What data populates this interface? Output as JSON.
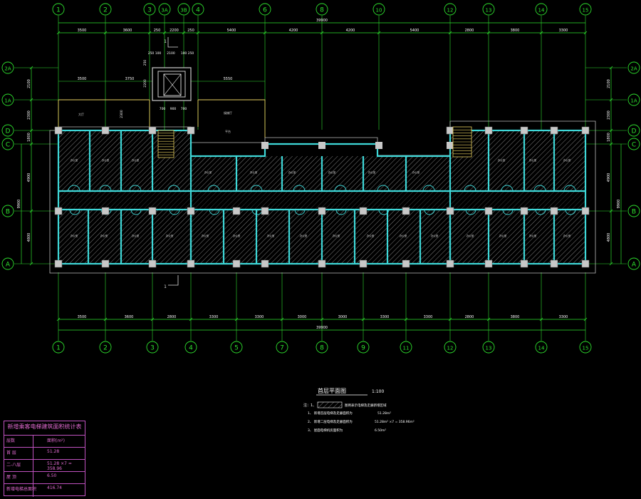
{
  "grid_top": [
    "1",
    "2",
    "3",
    "3A",
    "3B",
    "4",
    "6",
    "8",
    "10",
    "12",
    "13",
    "14",
    "15"
  ],
  "grid_bottom": [
    "1",
    "2",
    "3",
    "4",
    "5",
    "7",
    "8",
    "9",
    "11",
    "12",
    "13",
    "14",
    "15"
  ],
  "grid_rows_left": [
    "2A",
    "1A",
    "D",
    "C",
    "B",
    "A"
  ],
  "grid_rows_right": [
    "2A",
    "1A",
    "D",
    "C",
    "B",
    "A"
  ],
  "dims_top": [
    "3500",
    "3600",
    "250",
    "2200",
    "250",
    "5400",
    "4200",
    "4200",
    "5400",
    "2800",
    "3800",
    "3300"
  ],
  "dims_top_total": "39900",
  "dims_bottom": [
    "3500",
    "3600",
    "2800",
    "3300",
    "3300",
    "3000",
    "3000",
    "3300",
    "3300",
    "2800",
    "3800",
    "3300"
  ],
  "dims_bottom_total": "39900",
  "dims_left": [
    "2100",
    "2300",
    "1800",
    "4900",
    "9900",
    "4800"
  ],
  "dims_right": [
    "2100",
    "2300",
    "1800",
    "4900",
    "9900",
    "4800"
  ],
  "stair_dims": {
    "top_row": [
      "250",
      "100",
      "2100",
      "100",
      "250"
    ],
    "mid_row": [
      "700",
      "900",
      "700"
    ],
    "left_col": [
      "3500",
      "3750"
    ],
    "span": "5550",
    "height": "2200",
    "v1": "250",
    "v2": "2200",
    "v3": "2300"
  },
  "section_marks": [
    "1",
    "1"
  ],
  "room_label": "办公室",
  "hall_label": "大厅",
  "platform_label": "平台",
  "lobby_label": "候梯厅",
  "drawing_title": "首层平面图",
  "drawing_scale": "1:100",
  "notes": {
    "head": "注：1、",
    "legend": "图例表示电梯及走廊新增区域",
    "line1": "1、 新增首层电梯及走廊面积为",
    "line1_val": "51.28m²",
    "line2": "2、 新增二层电梯及走廊面积为",
    "line2_val": "51.28m² ×7 = 358.96m²",
    "line3": "3、 屋面电梯机房面积为",
    "line3_val": "6.50m²"
  },
  "table": {
    "title": "新增乘客电梯建筑面积统计表",
    "header": [
      "层数",
      "面积(m²)"
    ],
    "rows": [
      [
        "首 层",
        "51.28"
      ],
      [
        "二-八层",
        "51.28  ×7 = 358.96"
      ],
      [
        "屋 顶",
        "6.50"
      ],
      [
        "新增电梯总面积",
        "416.74"
      ]
    ]
  },
  "colors": {
    "grid": "#2ee02e",
    "dim": "#ffffff",
    "wall": "#3ed8d8",
    "hatch": "#9a9a9a",
    "column": "#c8c8c8",
    "extension": "#e8d060",
    "stair": "#e8d060",
    "table": "#c052c0"
  }
}
